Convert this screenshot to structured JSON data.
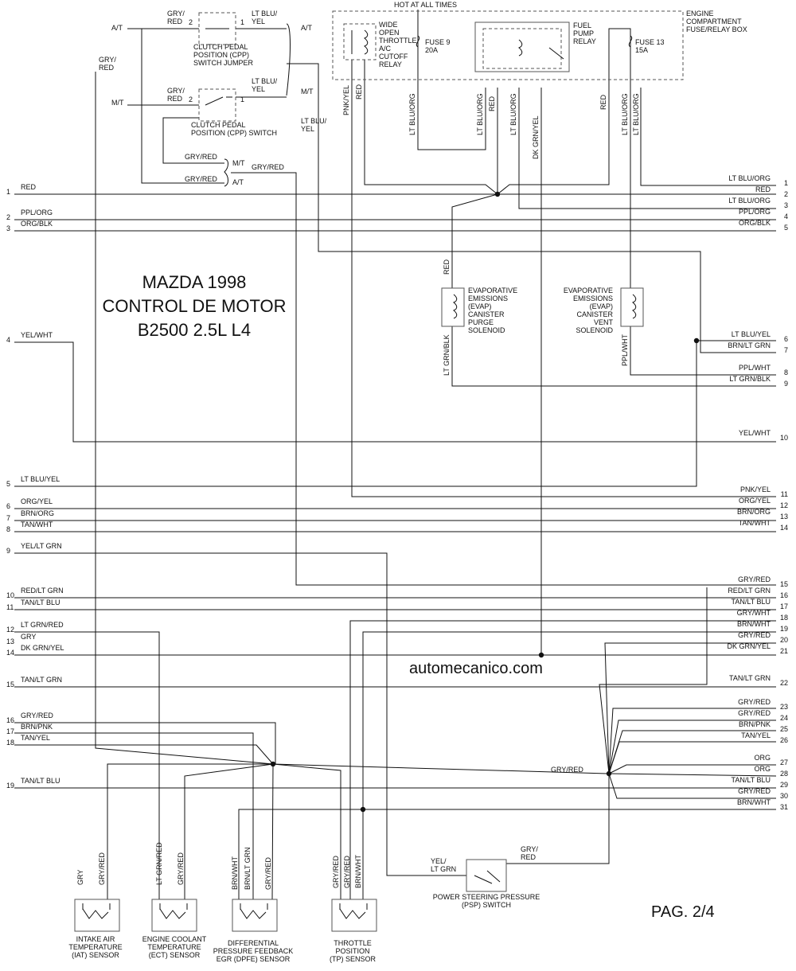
{
  "title": {
    "line1": "MAZDA 1998",
    "line2": "CONTROL DE MOTOR",
    "line3": "B2500 2.5L L4"
  },
  "watermark": "automecanico.com",
  "page_label": "PAG. 2/4",
  "hot_at_all_times": "HOT AT ALL TIMES",
  "fuse_box": "ENGINE\nCOMPARTMENT\nFUSE/RELAY BOX",
  "components": {
    "cpp_jumper": "CLUTCH PEDAL\nPOSITION (CPP)\nSWITCH JUMPER",
    "cpp_switch": "CLUTCH PEDAL\nPOSITION (CPP) SWITCH",
    "wot_relay": "WIDE\nOPEN\nTHROTTLE\nA/C\nCUTOFF\nRELAY",
    "fuse9": "FUSE 9\n20A",
    "fuel_pump_relay": "FUEL\nPUMP\nRELAY",
    "fuse13": "FUSE 13\n15A",
    "evap_purge": "EVAPORATIVE\nEMISSIONS\n(EVAP)\nCANISTER\nPURGE\nSOLENOID",
    "evap_vent": "EVAPORATIVE\nEMISSIONS\n(EVAP)\nCANISTER\nVENT\nSOLENOID",
    "psp": "POWER STEERING PRESSURE\n(PSP) SWITCH",
    "iat": "INTAKE AIR\nTEMPERATURE\n(IAT) SENSOR",
    "ect": "ENGINE COOLANT\nTEMPERATURE\n(ECT) SENSOR",
    "dpfe": "DIFFERENTIAL\nPRESSURE FEEDBACK\nEGR (DPFE) SENSOR",
    "tp": "THROTTLE\nPOSITION\n(TP) SENSOR"
  },
  "left_pins": [
    {
      "n": "1",
      "label": "RED"
    },
    {
      "n": "2",
      "label": "PPL/ORG"
    },
    {
      "n": "3",
      "label": "ORG/BLK"
    },
    {
      "n": "4",
      "label": "YEL/WHT"
    },
    {
      "n": "5",
      "label": "LT BLU/YEL"
    },
    {
      "n": "6",
      "label": "ORG/YEL"
    },
    {
      "n": "7",
      "label": "BRN/ORG"
    },
    {
      "n": "8",
      "label": "TAN/WHT"
    },
    {
      "n": "9",
      "label": "YEL/LT GRN"
    },
    {
      "n": "10",
      "label": "RED/LT GRN"
    },
    {
      "n": "11",
      "label": "TAN/LT BLU"
    },
    {
      "n": "12",
      "label": "LT GRN/RED"
    },
    {
      "n": "13",
      "label": "GRY"
    },
    {
      "n": "14",
      "label": "DK GRN/YEL"
    },
    {
      "n": "15",
      "label": "TAN/LT GRN"
    },
    {
      "n": "16",
      "label": "GRY/RED"
    },
    {
      "n": "17",
      "label": "BRN/PNK"
    },
    {
      "n": "18",
      "label": "TAN/YEL"
    },
    {
      "n": "19",
      "label": "TAN/LT BLU"
    }
  ],
  "right_pins": [
    {
      "n": "1",
      "label": "LT BLU/ORG"
    },
    {
      "n": "2",
      "label": "RED"
    },
    {
      "n": "3",
      "label": "LT BLU/ORG"
    },
    {
      "n": "4",
      "label": "PPL/ORG"
    },
    {
      "n": "5",
      "label": "ORG/BLK"
    },
    {
      "n": "6",
      "label": "LT BLU/YEL"
    },
    {
      "n": "7",
      "label": "BRN/LT GRN"
    },
    {
      "n": "8",
      "label": "PPL/WHT"
    },
    {
      "n": "9",
      "label": "LT GRN/BLK"
    },
    {
      "n": "10",
      "label": "YEL/WHT"
    },
    {
      "n": "11",
      "label": "PNK/YEL"
    },
    {
      "n": "12",
      "label": "ORG/YEL"
    },
    {
      "n": "13",
      "label": "BRN/ORG"
    },
    {
      "n": "14",
      "label": "TAN/WHT"
    },
    {
      "n": "15",
      "label": "GRY/RED"
    },
    {
      "n": "16",
      "label": "RED/LT GRN"
    },
    {
      "n": "17",
      "label": "TAN/LT BLU"
    },
    {
      "n": "18",
      "label": "GRY/WHT"
    },
    {
      "n": "19",
      "label": "BRN/WHT"
    },
    {
      "n": "20",
      "label": "GRY/RED"
    },
    {
      "n": "21",
      "label": "DK GRN/YEL"
    },
    {
      "n": "22",
      "label": "TAN/LT GRN"
    },
    {
      "n": "23",
      "label": "GRY/RED"
    },
    {
      "n": "24",
      "label": "GRY/RED"
    },
    {
      "n": "25",
      "label": "BRN/PNK"
    },
    {
      "n": "26",
      "label": "TAN/YEL"
    },
    {
      "n": "27",
      "label": "ORG"
    },
    {
      "n": "28",
      "label": "ORG"
    },
    {
      "n": "29",
      "label": "TAN/LT BLU"
    },
    {
      "n": "30",
      "label": "GRY/RED"
    },
    {
      "n": "31",
      "label": "BRN/WHT"
    }
  ],
  "wire_labels": {
    "at": "A/T",
    "mt": "M/T",
    "gry_red": "GRY/\nRED",
    "gry_red_flat": "GRY/RED",
    "lt_blu_yel": "LT BLU/\nYEL",
    "lt_blu_yel2": "LT BLU/\nYEL",
    "pin1": "1",
    "pin2": "2",
    "pnk_yel": "PNK/YEL",
    "red": "RED",
    "lt_blu_org": "LT BLU/ORG",
    "dk_grn_yel": "DK GRN/YEL",
    "lt_grn_blk": "LT GRN/BLK",
    "ppl_wht": "PPL/WHT",
    "gry": "GRY",
    "lt_grn_red": "LT GRN/RED",
    "brn_wht": "BRN/WHT",
    "brn_lt_grn": "BRN/LT GRN",
    "yel_lt_grn": "YEL/\nLT GRN"
  }
}
